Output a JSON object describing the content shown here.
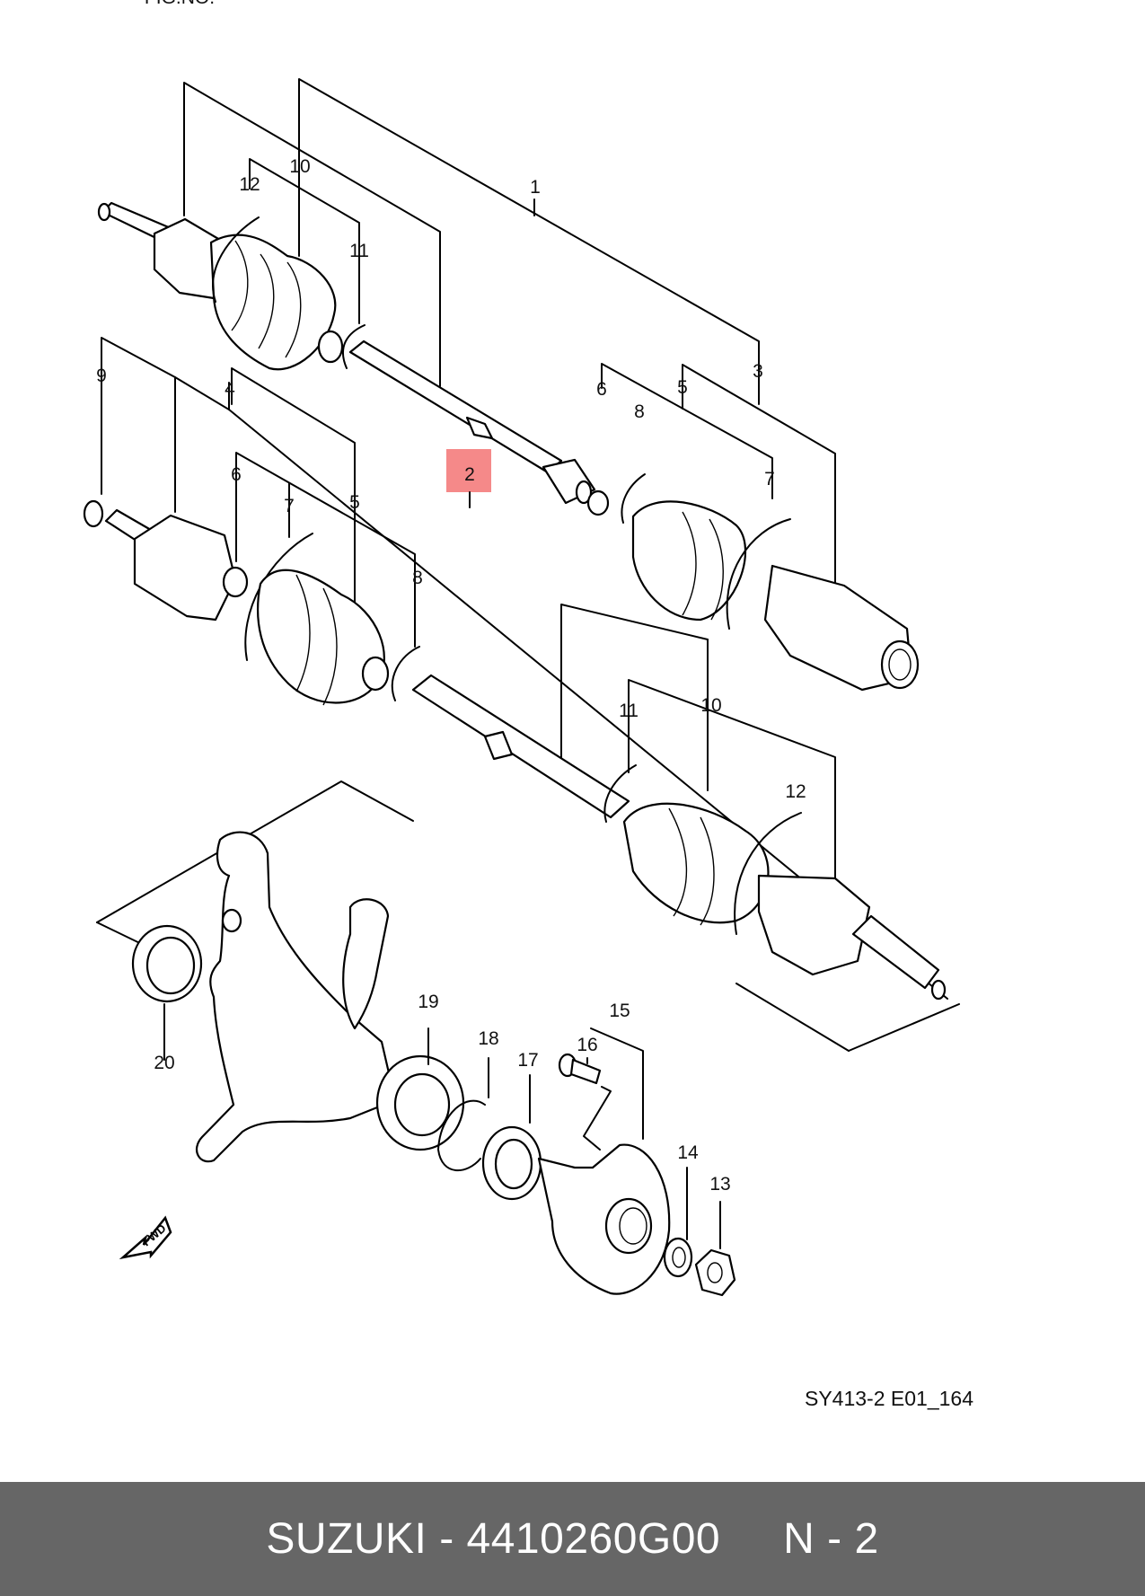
{
  "diagram": {
    "header_fragment": "FIG.NO.",
    "highlight_color": "#f47c7c",
    "callouts": {
      "c1": "1",
      "c2": "2",
      "c3": "3",
      "c4": "4",
      "c5a": "5",
      "c5b": "5",
      "c6a": "6",
      "c6b": "6",
      "c7a": "7",
      "c7b": "7",
      "c8a": "8",
      "c8b": "8",
      "c9": "9",
      "c10a": "10",
      "c10b": "10",
      "c11a": "11",
      "c11b": "11",
      "c12a": "12",
      "c12b": "12",
      "c13": "13",
      "c14": "14",
      "c15": "15",
      "c16": "16",
      "c17": "17",
      "c18": "18",
      "c19": "19",
      "c20": "20"
    },
    "fwd_label": "FWD",
    "drawing_code": "SY413-2 E01_164"
  },
  "footer": {
    "part_title": "SUZUKI - 4410260G00",
    "position": "N - 2",
    "background": "#666666"
  }
}
